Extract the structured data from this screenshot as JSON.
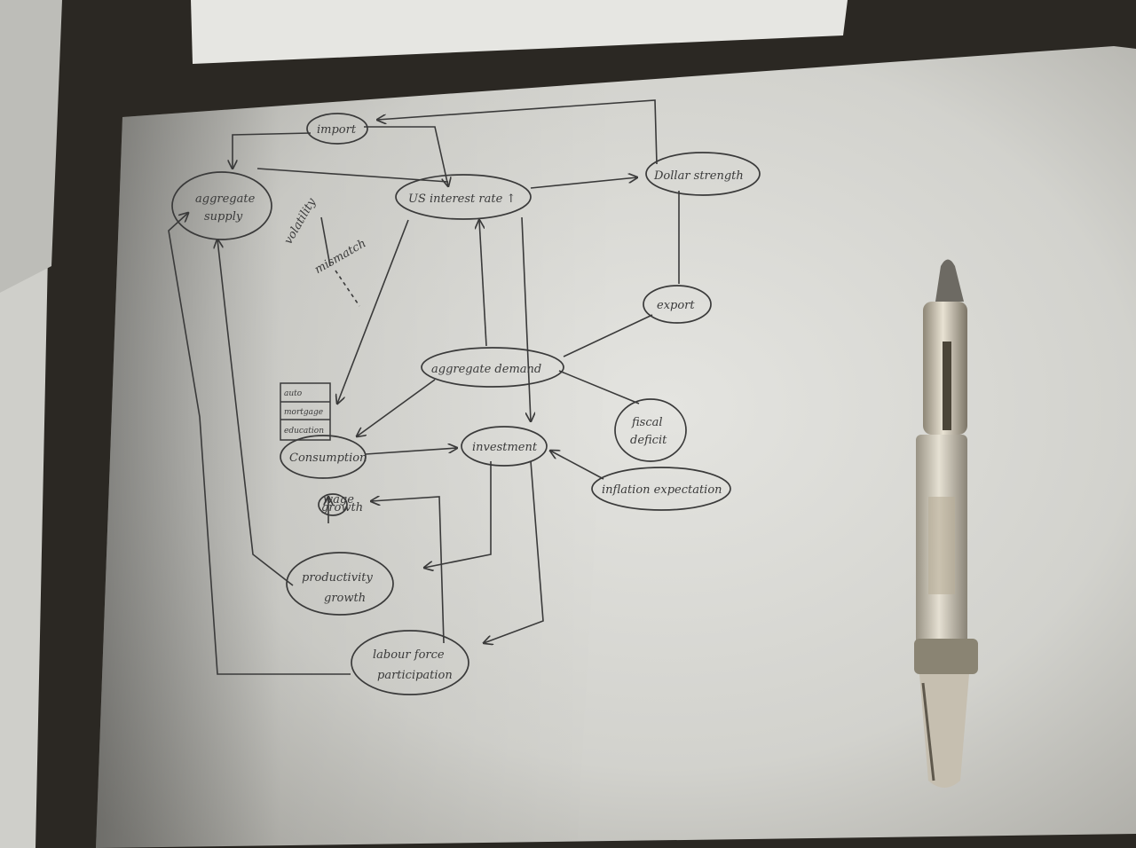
{
  "diagram": {
    "nodes": [
      {
        "id": "import",
        "label": "import"
      },
      {
        "id": "aggregate_supply",
        "label": "aggregate supply"
      },
      {
        "id": "us_interest_rate",
        "label": "US interest rate ↑"
      },
      {
        "id": "dollar_strength",
        "label": "Dollar strength"
      },
      {
        "id": "export",
        "label": "export"
      },
      {
        "id": "aggregate_demand",
        "label": "aggregate demand"
      },
      {
        "id": "consumption",
        "label": "Consumption"
      },
      {
        "id": "investment",
        "label": "investment"
      },
      {
        "id": "fiscal_deficit",
        "label": "fiscal deficit"
      },
      {
        "id": "inflation_expectation",
        "label": "inflation expectation"
      },
      {
        "id": "wage_growth",
        "label": "wage growth"
      },
      {
        "id": "productivity_growth",
        "label": "productivity growth"
      },
      {
        "id": "labour_force_participation",
        "label": "labour force participation"
      }
    ],
    "side_notes": [
      "volatility",
      "mismatch"
    ],
    "consumption_box": [
      "auto",
      "mortgage",
      "education"
    ]
  },
  "colors": {
    "background": "#2b2823",
    "paper": "#d9d9d4",
    "ink": "#3a3a3a",
    "pen_barrel": "#cfc8b8"
  },
  "props": [
    "notebook-page",
    "sheet-of-paper",
    "pen"
  ]
}
